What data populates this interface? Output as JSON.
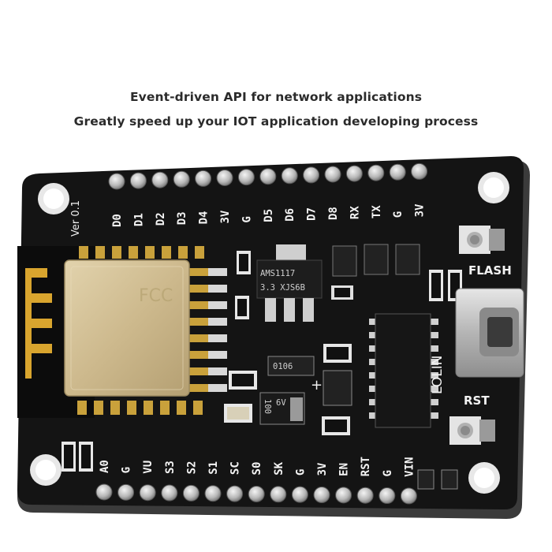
{
  "caption": {
    "line1": "Event-driven API for network applications",
    "line2": "Greatly speed up your IOT application developing process"
  },
  "board": {
    "version_label": "Ver 0.1",
    "top_pins": [
      "D0",
      "D1",
      "D2",
      "D3",
      "D4",
      "3V",
      "G",
      "D5",
      "D6",
      "D7",
      "D8",
      "RX",
      "TX",
      "G",
      "3V"
    ],
    "bottom_pins": [
      "A0",
      "G",
      "VU",
      "S3",
      "S2",
      "S1",
      "SC",
      "S0",
      "SK",
      "G",
      "3V",
      "EN",
      "RST",
      "G",
      "VIN"
    ],
    "flash_label": "FLASH",
    "rst_label": "RST",
    "regulator_text": [
      "AMS1117",
      "3.3 XJS6B"
    ],
    "cap_text": [
      "100",
      "6V"
    ],
    "diode_text": "0106",
    "side_text": "LOLIN",
    "module_text": "FCC",
    "colors": {
      "pcb": "#141414",
      "gold": "#c9a13b",
      "shield": "#cdb98d",
      "silver": "#bfbfbf"
    }
  }
}
